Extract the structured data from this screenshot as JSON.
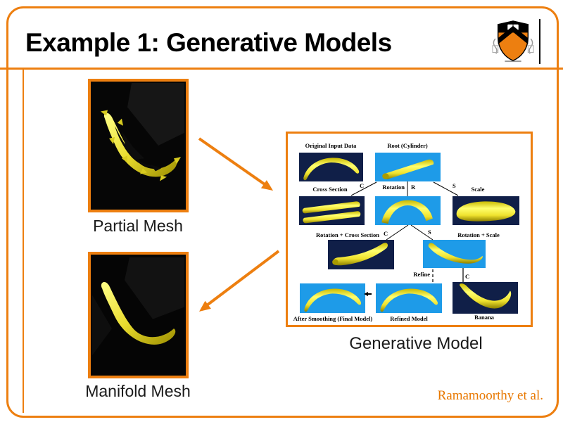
{
  "slide": {
    "title": "Example 1: Generative Models",
    "attribution": "Ramamoorthy et al."
  },
  "figures": {
    "partial": {
      "label": "Partial Mesh"
    },
    "manifold": {
      "label": "Manifold Mesh"
    }
  },
  "diagram": {
    "caption": "Generative Model",
    "nodes": {
      "original": "Original Input Data",
      "root": "Root (Cylinder)",
      "cross_section": "Cross Section",
      "scale": "Scale",
      "rot_cross": "Rotation + Cross Section",
      "rot_scale": "Rotation + Scale",
      "after_smoothing": "After Smoothing (Final Model)",
      "refined": "Refined Model",
      "banana": "Banana"
    },
    "edges": {
      "c_top": "C",
      "rotation": "Rotation",
      "r": "R",
      "s_top": "S",
      "c_mid": "C",
      "s_mid": "S",
      "refine": "Refine",
      "c_bottom": "C"
    }
  },
  "icons": {
    "crest": "princeton-shield-icon"
  },
  "colors": {
    "accent_orange": "#ED7F10",
    "attribution_orange": "#E87800",
    "diagram_blue": "#1E9BE8",
    "diagram_navy": "#101F48",
    "banana_yellow": "#F2E93C",
    "text_black": "#000000"
  }
}
